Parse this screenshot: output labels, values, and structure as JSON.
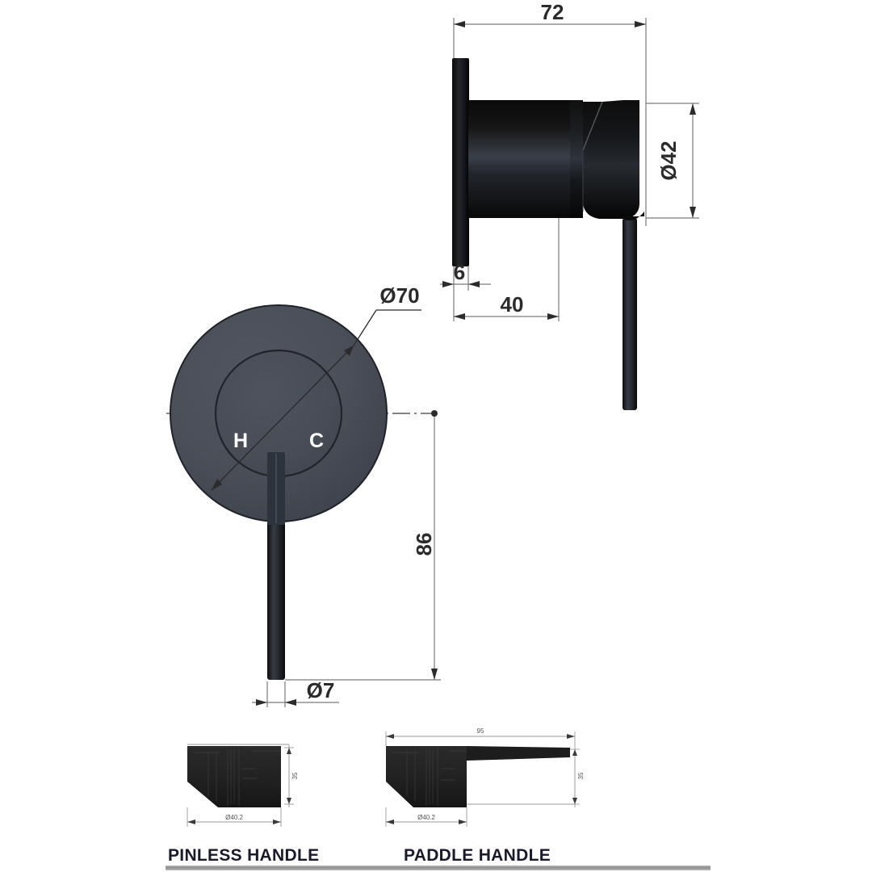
{
  "drawing": {
    "title": "Wall Mixer Technical Drawing",
    "background_color": "#ffffff",
    "line_color": "#6e6e6e",
    "body_color": "#121212",
    "plate_color": "#474c55",
    "text_color": "#2b2b2b",
    "caption_color": "#1a1a2e"
  },
  "side_view": {
    "name": "side-elevation",
    "dimensions": {
      "overall_length": "72",
      "body_diameter": "Ø42",
      "flange_thickness": "6",
      "body_projection": "40"
    }
  },
  "front_view": {
    "name": "front-elevation",
    "dimensions": {
      "plate_diameter": "Ø70",
      "lever_length": "86",
      "lever_diameter": "Ø7"
    },
    "markings": {
      "hot": "H",
      "cold": "C"
    }
  },
  "detail_views": [
    {
      "id": "pinless",
      "caption": "PINLESS HANDLE",
      "dim_width": "Ø40.2",
      "dim_height": "35"
    },
    {
      "id": "paddle",
      "caption": "PADDLE  HANDLE",
      "dim_width": "Ø40.2",
      "dim_height": "35",
      "dim_length": "95"
    }
  ],
  "footer": {
    "rule_visible": true
  }
}
